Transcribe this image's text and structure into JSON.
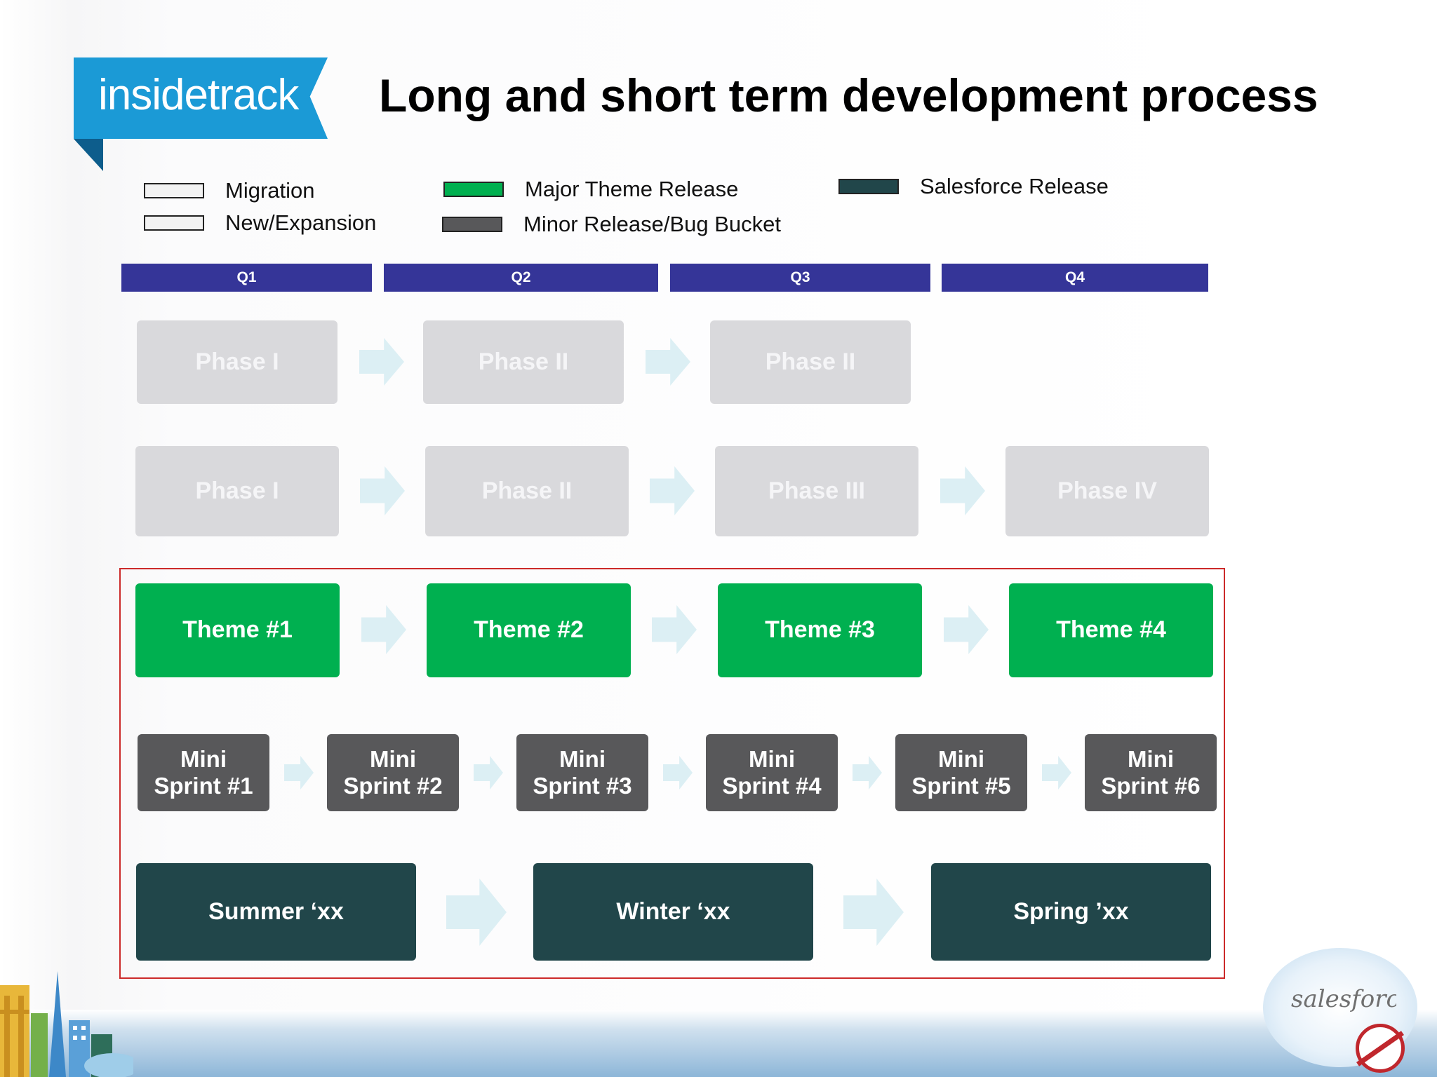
{
  "logo": {
    "text": "insidetrack"
  },
  "title": "Long and short term development process",
  "legend": [
    {
      "label": "Migration",
      "color": "#f2f2f2"
    },
    {
      "label": "New/Expansion",
      "color": "#f2f2f2"
    },
    {
      "label": "Major Theme Release",
      "color": "#00b050"
    },
    {
      "label": "Minor Release/Bug Bucket",
      "color": "#58585a"
    },
    {
      "label": "Salesforce Release",
      "color": "#21464a"
    }
  ],
  "quarters": [
    "Q1",
    "Q2",
    "Q3",
    "Q4"
  ],
  "rows": {
    "migration": [
      "Phase I",
      "Phase II",
      "Phase II"
    ],
    "expansion": [
      "Phase I",
      "Phase II",
      "Phase III",
      "Phase IV"
    ],
    "themes": [
      "Theme #1",
      "Theme #2",
      "Theme #3",
      "Theme #4"
    ],
    "mini_sprints": [
      [
        "Mini",
        "Sprint #1"
      ],
      [
        "Mini",
        "Sprint #2"
      ],
      [
        "Mini",
        "Sprint #3"
      ],
      [
        "Mini",
        "Sprint #4"
      ],
      [
        "Mini",
        "Sprint #5"
      ],
      [
        "Mini",
        "Sprint #6"
      ]
    ],
    "salesforce": [
      "Summer ‘xx",
      "Winter ‘xx",
      "Spring ’xx"
    ]
  },
  "colors": {
    "quarter_header": "#353598",
    "highlight_border": "#cc2a2a",
    "arrow": "#dceff4"
  },
  "footer": {
    "brand_icon": "salesforce-cloud-logo",
    "city_icon": "city-skyline-illustration"
  }
}
